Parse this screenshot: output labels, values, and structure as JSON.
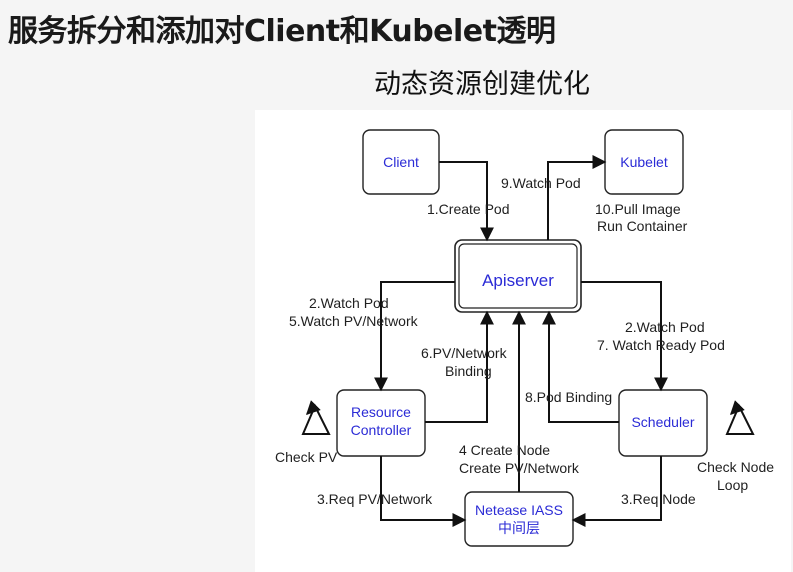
{
  "header": {
    "title": "服务拆分和添加对Client和Kubelet透明",
    "subtitle": "动态资源创建优化"
  },
  "nodes": {
    "client": "Client",
    "kubelet": "Kubelet",
    "apiserver": "Apiserver",
    "resource_controller": [
      "Resource",
      "Controller"
    ],
    "scheduler": "Scheduler",
    "netease_iass": [
      "Netease IASS",
      "中间层"
    ]
  },
  "edges": {
    "create_pod": "1.Create Pod",
    "watch_pod_kubelet": "9.Watch Pod",
    "pull_image": [
      "10.Pull Image",
      "Run Container"
    ],
    "rc_watch": [
      "2.Watch Pod",
      "5.Watch PV/Network"
    ],
    "pv_binding": [
      "6.PV/Network",
      "Binding"
    ],
    "sched_watch": [
      "2.Watch Pod",
      "7. Watch Ready Pod"
    ],
    "pod_binding": "8.Pod Binding",
    "create_node": [
      "4 Create Node",
      "Create PV/Network"
    ],
    "req_pv": "3.Req PV/Network",
    "req_node": "3.Req Node"
  },
  "loops": {
    "check_pv": "Check PV",
    "check_node": [
      "Check Node",
      "Loop"
    ]
  }
}
